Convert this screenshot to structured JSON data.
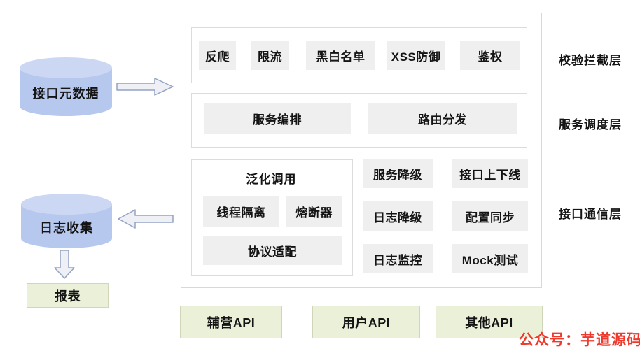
{
  "gateway": {
    "layer1": {
      "label": "校验拦截层",
      "items": [
        "反爬",
        "限流",
        "黑白名单",
        "XSS防御",
        "鉴权"
      ]
    },
    "layer2": {
      "label": "服务调度层",
      "items": [
        "服务编排",
        "路由分发"
      ]
    },
    "layer3": {
      "label": "接口通信层",
      "group": {
        "title": "泛化调用",
        "items": [
          "线程隔离",
          "熔断器",
          "协议适配"
        ]
      },
      "grid": [
        "服务降级",
        "接口上下线",
        "日志降级",
        "配置同步",
        "日志监控",
        "Mock测试"
      ]
    }
  },
  "left_flow": {
    "source_db": "接口元数据",
    "log_db": "日志收集",
    "report": "报表"
  },
  "api_row": [
    "辅营API",
    "用户API",
    "其他API"
  ],
  "watermark": "公众号：芋道源码",
  "colors": {
    "module_fill": "#efefef",
    "cylinder_fill": "#b7c8ee",
    "cylinder_top": "#ccd8f3",
    "green_fill": "#ebf1d9",
    "watermark_red": "#ee392c"
  }
}
